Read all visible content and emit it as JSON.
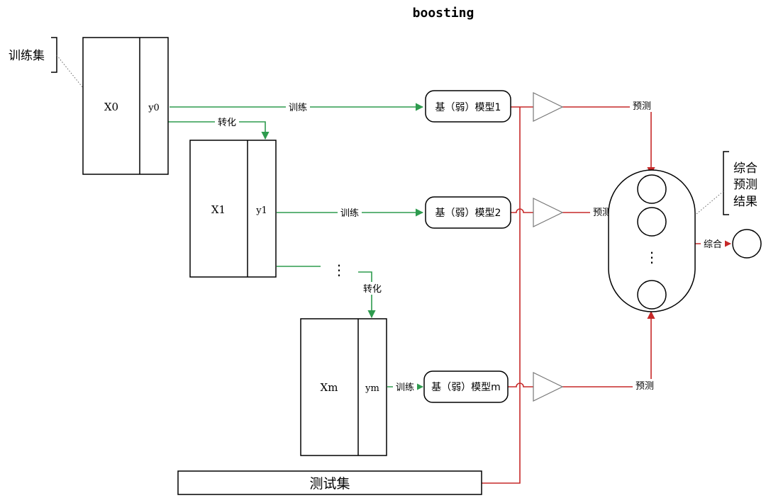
{
  "diagram": {
    "title": "boosting",
    "training_set_label": "训练集",
    "test_set_label": "测试集",
    "datasets": [
      {
        "x": "X0",
        "y": "y0"
      },
      {
        "x": "X1",
        "y": "y1"
      },
      {
        "x": "Xm",
        "y": "ym"
      }
    ],
    "models": [
      "基（弱）模型1",
      "基（弱）模型2",
      "基（弱）模型m"
    ],
    "edge_labels": {
      "train": "训练",
      "transform": "转化",
      "predict": "预测",
      "combine": "综合"
    },
    "ellipsis": "⋮",
    "combined_result_label": [
      "综合",
      "预测",
      "结果"
    ],
    "colors": {
      "train_flow": "#2e9b4e",
      "predict_flow": "#c62828",
      "box_border": "#000000"
    }
  }
}
